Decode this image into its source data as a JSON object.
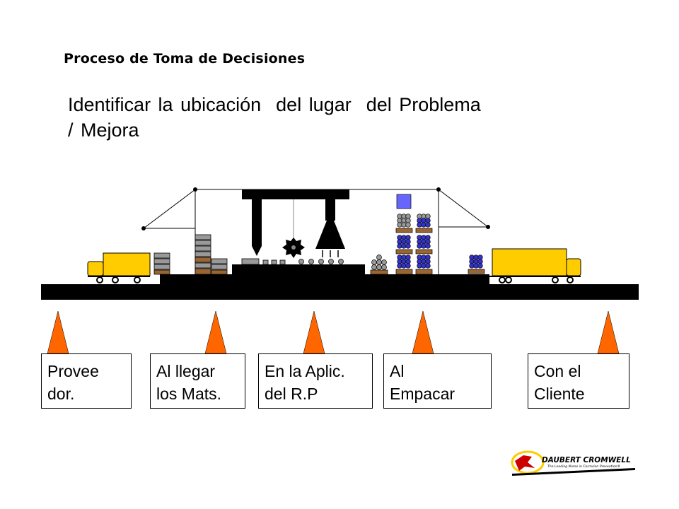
{
  "header": "Proceso de Toma de Decisiones",
  "title": {
    "line1": "Identificar la ubicación  del lugar  del Problema",
    "line2": "/ Mejora"
  },
  "stages": [
    {
      "line1": "Provee",
      "line2": "dor."
    },
    {
      "line1": "Al llegar",
      "line2": "los Mats."
    },
    {
      "line1": "En la Aplic.",
      "line2": "del R.P"
    },
    {
      "line1": "Al",
      "line2": "Empacar"
    },
    {
      "line1": "Con el",
      "line2": "Cliente"
    }
  ],
  "logo": {
    "brand": "DAUBERT CROMWELL",
    "tagline": "The Leading Name in Corrosion Prevention®"
  },
  "colors": {
    "truck_yellow": "#FFCC00",
    "marker_orange": "#FF6600",
    "drum_blue": "#3333CC",
    "pallet_brown": "#996633",
    "logo_red": "#CC0000"
  }
}
